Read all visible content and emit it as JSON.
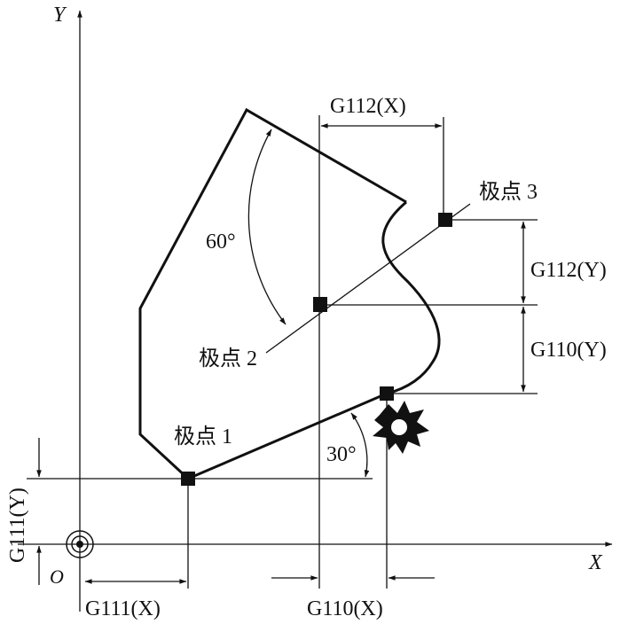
{
  "axes": {
    "x_label": "X",
    "y_label": "Y",
    "origin_label": "O"
  },
  "poles": {
    "pole1": "极点 1",
    "pole2": "极点 2",
    "pole3": "极点 3"
  },
  "angles": {
    "a60": "60°",
    "a30": "30°"
  },
  "dimensions": {
    "g111x": "G111(X)",
    "g111y": "G111(Y)",
    "g110x": "G110(X)",
    "g110y": "G110(Y)",
    "g112x": "G112(X)",
    "g112y": "G112(Y)"
  }
}
